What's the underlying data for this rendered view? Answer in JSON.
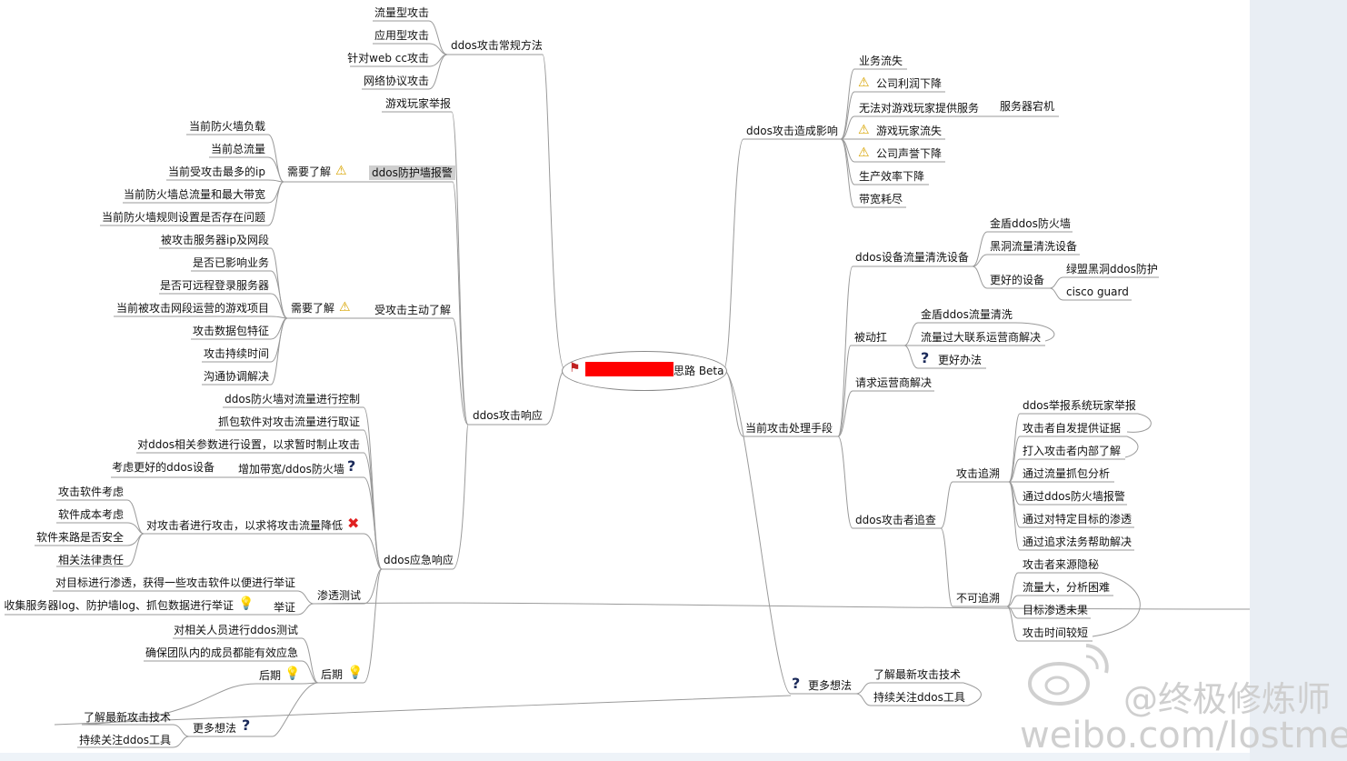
{
  "center": {
    "label": "思路 Beta"
  },
  "nodes": {
    "n1": "ddos攻击常规方法",
    "n1_1": "流量型攻击",
    "n1_2": "应用型攻击",
    "n1_3": "针对web cc攻击",
    "n1_4": "网络协议攻击",
    "n2": "游戏玩家举报",
    "n3": "ddos防护墙报警",
    "n3_need": "需要了解",
    "n3_1": "当前防火墙负载",
    "n3_2": "当前总流量",
    "n3_3": "当前受攻击最多的ip",
    "n3_4": "当前防火墙总流量和最大带宽",
    "n3_5": "当前防火墙规则设置是否存在问题",
    "n4": "受攻击主动了解",
    "n4_need": "需要了解",
    "n4_1": "被攻击服务器ip及网段",
    "n4_2": "是否已影响业务",
    "n4_3": "是否可远程登录服务器",
    "n4_4": "当前被攻击网段运营的游戏项目",
    "n4_5": "攻击数据包特征",
    "n4_6": "攻击持续时间",
    "n4_7": "沟通协调解决",
    "n5": "ddos攻击响应",
    "n6": "ddos应急响应",
    "n6_1": "ddos防火墙对流量进行控制",
    "n6_2": "抓包软件对攻击流量进行取证",
    "n6_3": "对ddos相关参数进行设置，以求暂时制止攻击",
    "n6_4": "增加带宽/ddos防火墙",
    "n6_4a": "考虑更好的ddos设备",
    "n6_5": "对攻击者进行攻击，以求将攻击流量降低",
    "n6_5a": "攻击软件考虑",
    "n6_5b": "软件成本考虑",
    "n6_5c": "软件来路是否安全",
    "n6_5d": "相关法律责任",
    "n6_6": "渗透测试",
    "n6_6a": "对目标进行渗透，获得一些攻击软件以便进行举证",
    "n6_6b": "举证",
    "n6_6c": "收集服务器log、防护墙log、抓包数据进行举证",
    "n6_7": "后期",
    "n6_7a": "对相关人员进行ddos测试",
    "n6_7b": "确保团队内的成员都能有效应急",
    "n6_7c": "后期",
    "n6_8": "更多想法",
    "n6_8a": "了解最新攻击技术",
    "n6_8b": "持续关注ddos工具",
    "r1": "ddos攻击造成影响",
    "r1_1": "业务流失",
    "r1_2": "公司利润下降",
    "r1_3": "无法对游戏玩家提供服务",
    "r1_3a": "服务器宕机",
    "r1_4": "游戏玩家流失",
    "r1_5": "公司声誉下降",
    "r1_6": "生产效率下降",
    "r1_7": "带宽耗尽",
    "r2": "当前攻击处理手段",
    "r2_1": "ddos设备流量清洗设备",
    "r2_1a": "金盾ddos防火墙",
    "r2_1b": "黑洞流量清洗设备",
    "r2_1c": "更好的设备",
    "r2_1c1": "绿盟黑洞ddos防护",
    "r2_1c2": "cisco guard",
    "r2_2": "被动扛",
    "r2_2a": "金盾ddos流量清洗",
    "r2_2b": "流量过大联系运营商解决",
    "r2_2c": "更好办法",
    "r2_3": "请求运营商解决",
    "r2_4": "ddos攻击者追查",
    "r2_4a": "攻击追溯",
    "r2_4a1": "ddos举报系统玩家举报",
    "r2_4a2": "攻击者自发提供证据",
    "r2_4a3": "打入攻击者内部了解",
    "r2_4a4": "通过流量抓包分析",
    "r2_4a5": "通过ddos防火墙报警",
    "r2_4a6": "通过对特定目标的渗透",
    "r2_4a7": "通过追求法务帮助解决",
    "r2_4b": "不可追溯",
    "r2_4b1": "攻击者来源隐秘",
    "r2_4b2": "流量大，分析困难",
    "r2_4b3": "目标渗透未果",
    "r2_4b4": "攻击时间较短",
    "r3": "更多想法",
    "r3_1": "了解最新攻击技术",
    "r3_2": "持续关注ddos工具"
  },
  "watermark": {
    "line1": "@终极修炼师",
    "line2": "weibo.com/lostme"
  },
  "icons": {
    "warning": "warning-icon",
    "question": "question-icon",
    "bulb": "lightbulb-icon",
    "cross": "cross-icon",
    "flag": "flag-icon"
  }
}
